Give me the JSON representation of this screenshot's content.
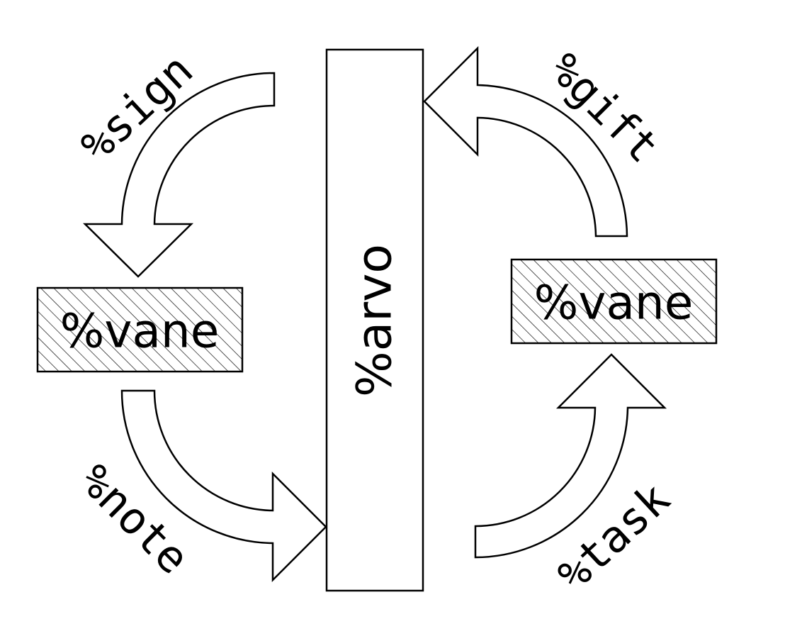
{
  "diagram": {
    "center_box": {
      "label": "%arvo"
    },
    "left_box": {
      "label": "%vane"
    },
    "right_box": {
      "label": "%vane"
    },
    "arrows": {
      "sign": {
        "label": "%sign"
      },
      "note": {
        "label": "%note"
      },
      "gift": {
        "label": "%gift"
      },
      "task": {
        "label": "%task"
      }
    }
  }
}
